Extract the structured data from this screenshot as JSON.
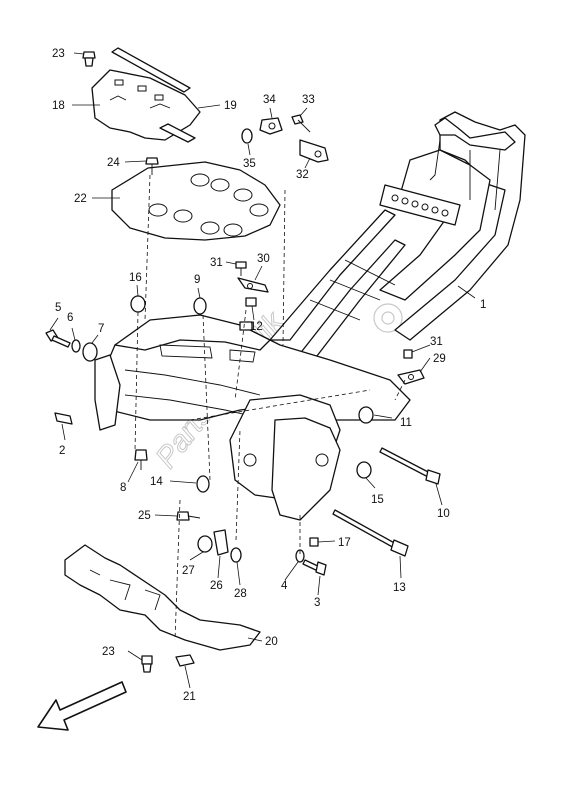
{
  "watermark": "PartsRepublik",
  "callouts": [
    {
      "id": "c23a",
      "text": "23"
    },
    {
      "id": "c18",
      "text": "18"
    },
    {
      "id": "c19",
      "text": "19"
    },
    {
      "id": "c24",
      "text": "24"
    },
    {
      "id": "c22",
      "text": "22"
    },
    {
      "id": "c34",
      "text": "34"
    },
    {
      "id": "c33",
      "text": "33"
    },
    {
      "id": "c35",
      "text": "35"
    },
    {
      "id": "c32",
      "text": "32"
    },
    {
      "id": "c31a",
      "text": "31"
    },
    {
      "id": "c30",
      "text": "30"
    },
    {
      "id": "c9",
      "text": "9"
    },
    {
      "id": "c16",
      "text": "16"
    },
    {
      "id": "c5",
      "text": "5"
    },
    {
      "id": "c6",
      "text": "6"
    },
    {
      "id": "c7",
      "text": "7"
    },
    {
      "id": "c12",
      "text": "12"
    },
    {
      "id": "c1",
      "text": "1"
    },
    {
      "id": "c31b",
      "text": "31"
    },
    {
      "id": "c29",
      "text": "29"
    },
    {
      "id": "c11",
      "text": "11"
    },
    {
      "id": "c2",
      "text": "2"
    },
    {
      "id": "c8",
      "text": "8"
    },
    {
      "id": "c14",
      "text": "14"
    },
    {
      "id": "c15",
      "text": "15"
    },
    {
      "id": "c10",
      "text": "10"
    },
    {
      "id": "c25",
      "text": "25"
    },
    {
      "id": "c17",
      "text": "17"
    },
    {
      "id": "c27",
      "text": "27"
    },
    {
      "id": "c26",
      "text": "26"
    },
    {
      "id": "c28",
      "text": "28"
    },
    {
      "id": "c4",
      "text": "4"
    },
    {
      "id": "c3",
      "text": "3"
    },
    {
      "id": "c13",
      "text": "13"
    },
    {
      "id": "c20",
      "text": "20"
    },
    {
      "id": "c23b",
      "text": "23"
    },
    {
      "id": "c21",
      "text": "21"
    }
  ]
}
